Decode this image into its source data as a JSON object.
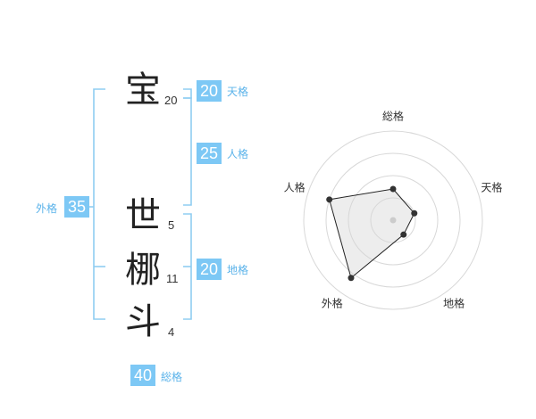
{
  "name_chars": [
    {
      "char": "宝",
      "strokes": "20"
    },
    {
      "char": "世",
      "strokes": "5"
    },
    {
      "char": "梛",
      "strokes": "11"
    },
    {
      "char": "斗",
      "strokes": "4"
    }
  ],
  "fortunes": {
    "tenkaku": {
      "value": "20",
      "label": "天格"
    },
    "jinkaku": {
      "value": "25",
      "label": "人格"
    },
    "chikaku": {
      "value": "20",
      "label": "地格"
    },
    "gaikaku": {
      "value": "35",
      "label": "外格"
    },
    "soukaku": {
      "value": "40",
      "label": "総格"
    }
  },
  "colors": {
    "accent": "#7dc8f5",
    "label": "#5bb3ea",
    "bracket": "#8fcdf2"
  },
  "chart_data": {
    "type": "radar",
    "axes": [
      "総格",
      "天格",
      "地格",
      "外格",
      "人格"
    ],
    "values": [
      0.35,
      0.25,
      0.2,
      0.8,
      0.75
    ],
    "range": [
      0,
      1
    ],
    "rings": 4
  }
}
